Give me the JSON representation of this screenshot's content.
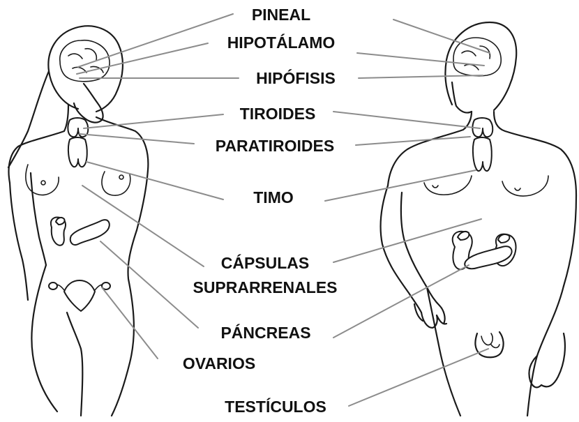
{
  "labels": {
    "pineal": "PINEAL",
    "hipotalamo": "HIPOTÁLAMO",
    "hipofisis": "HIPÓFISIS",
    "tiroides": "TIROIDES",
    "paratiroides": "PARATIROIDES",
    "timo": "TIMO",
    "capsulas_line1": "CÁPSULAS",
    "capsulas_line2": "SUPRARRENALES",
    "pancreas": "PÁNCREAS",
    "ovarios": "OVARIOS",
    "testiculos": "TESTÍCULOS"
  },
  "colors": {
    "outline": "#1a1a1a",
    "leader_line": "#8c8c8c",
    "label_text": "#111111",
    "background": "#ffffff"
  }
}
